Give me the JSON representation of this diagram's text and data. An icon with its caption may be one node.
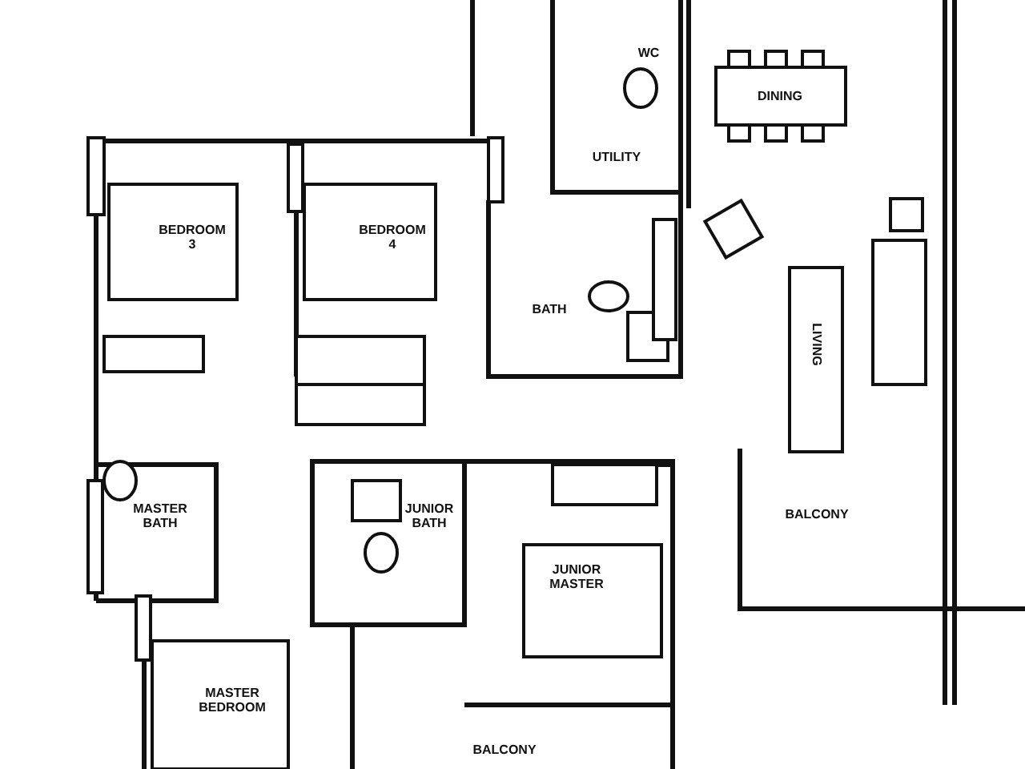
{
  "diagram": {
    "labels": [
      "WC",
      "DINING",
      "UTILITY",
      "BEDROOM 3",
      "BEDROOM 4",
      "BATH",
      "LIVING",
      "MASTER BATH",
      "JUNIOR BATH",
      "BALCONY",
      "JUNIOR MASTER",
      "MASTER BEDROOM",
      "BALCONY"
    ]
  }
}
